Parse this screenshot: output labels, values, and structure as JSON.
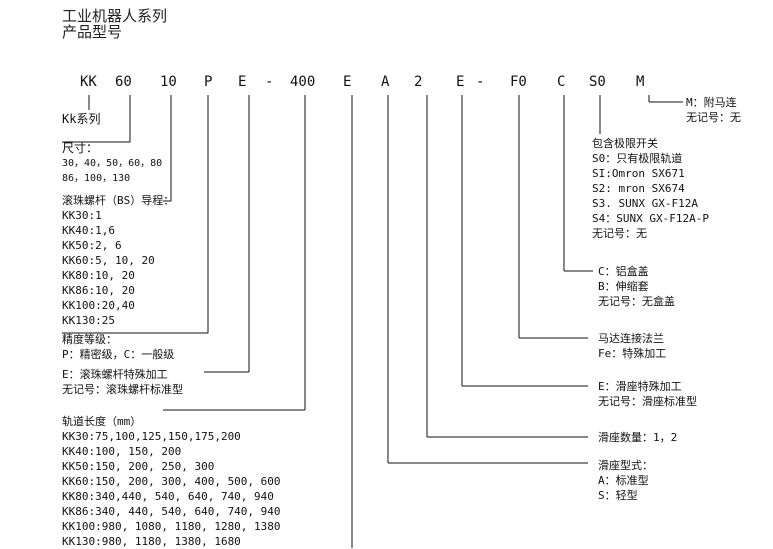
{
  "title": {
    "line1": "工业机器人系列",
    "line2": "产品型号"
  },
  "code": [
    "KK",
    "60",
    "10",
    "P",
    "E",
    "-",
    "400",
    "E",
    "A",
    "2",
    "E",
    "-",
    "F0",
    "C",
    "S0",
    "M"
  ],
  "labels": {
    "series": "Kk系列",
    "size": {
      "title": "尺寸：",
      "l1": "30，40，50，60，80",
      "l2": "86，100，130"
    },
    "lead": {
      "title": "滚珠螺杆（BS）导程：",
      "rows": [
        "KK30:1",
        "KK40:1,6",
        "KK50:2, 6",
        "KK60:5, 10, 20",
        "KK80:10, 20",
        "KK86:10, 20",
        "KK100:20,40",
        "KK130:25"
      ]
    },
    "precision": {
      "l1": "精度等级：",
      "l2": "P：精密级，C：一般级"
    },
    "screw_process": {
      "l1": "E：滚珠螺杆特殊加工",
      "l2": "无记号：滚珠螺杆标准型"
    },
    "rail_length": {
      "title": "轨道长度（mm）",
      "rows": [
        "KK30:75,100,125,150,175,200",
        "KK40:100, 150, 200",
        "KK50:150, 200, 250, 300",
        "KK60:150, 200, 300, 400, 500, 600",
        "KK80:340,440, 540, 640, 740, 940",
        "KK86:340, 440, 540, 640, 740, 940",
        "KK100:980, 1080, 1180, 1280, 1380",
        "KK130:980, 1180, 1380, 1680"
      ]
    },
    "motor": {
      "l1": "M：附马连",
      "l2": "无记号：无"
    },
    "limit_switch": {
      "title": "包含极限开关",
      "rows": [
        "S0：只有极限轨道",
        "SI:Omron SX671",
        "S2: mron SX674",
        "S3. SUNX GX-F12A",
        "S4：SUNX GX-F12A-P",
        "无记号：无"
      ]
    },
    "cover": {
      "l1": "C：铝盒盖",
      "l2": "B：伸缩套",
      "l3": "无记号：无盒盖"
    },
    "flange": {
      "l1": "马达连接法兰",
      "l2": "Fe：特殊加工"
    },
    "slider_process": {
      "l1": "E：滑座特殊加工",
      "l2": "无记号：滑座标准型"
    },
    "slider_qty": "滑座数量：1，2",
    "slider_type": {
      "l1": "滑座型式：",
      "l2": "A：标准型",
      "l3": "S：轻型"
    }
  }
}
